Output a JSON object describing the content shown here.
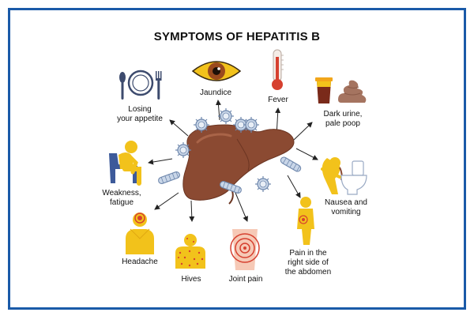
{
  "title": "SYMPTOMS OF HEPATITIS B",
  "colors": {
    "frame": "#1a5aa8",
    "liver": "#8b4a32",
    "skin_yellow": "#f2c21b",
    "red_accent": "#d6402f",
    "virus_blue": "#8aa5c7"
  },
  "center": {
    "icon": "liver-icon"
  },
  "symptoms": [
    {
      "id": "appetite",
      "label": "Losing\nyour appetite",
      "icon": "plate-cutlery-icon"
    },
    {
      "id": "jaundice",
      "label": "Jaundice",
      "icon": "yellow-eye-icon"
    },
    {
      "id": "fever",
      "label": "Fever",
      "icon": "thermometer-icon"
    },
    {
      "id": "dark-urine",
      "label": "Dark urine,\npale poop",
      "icon": "urine-cup-poop-icon"
    },
    {
      "id": "weakness",
      "label": "Weakness,\nfatigue",
      "icon": "tired-person-icon"
    },
    {
      "id": "nausea",
      "label": "Nausea and\nvomiting",
      "icon": "vomiting-person-icon"
    },
    {
      "id": "headache",
      "label": "Headache",
      "icon": "headache-person-icon"
    },
    {
      "id": "hives",
      "label": "Hives",
      "icon": "hives-person-icon"
    },
    {
      "id": "joint-pain",
      "label": "Joint pain",
      "icon": "knee-pain-icon"
    },
    {
      "id": "abdomen-pain",
      "label": "Pain in the\nright side of\nthe abdomen",
      "icon": "abdomen-pain-person-icon"
    }
  ]
}
